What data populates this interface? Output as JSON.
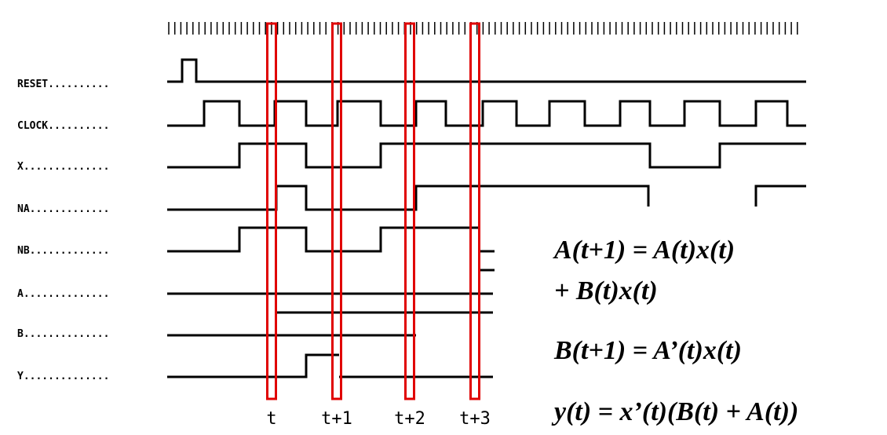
{
  "diagram": {
    "signals": [
      {
        "name": "RESET..........",
        "wave": "reset"
      },
      {
        "name": "CLOCK..........",
        "wave": "clock"
      },
      {
        "name": "X..............",
        "wave": "x"
      },
      {
        "name": "NA.............",
        "wave": "na"
      },
      {
        "name": "NB.............",
        "wave": "nb"
      },
      {
        "name": "A..............",
        "wave": "a"
      },
      {
        "name": "B..............",
        "wave": "b"
      },
      {
        "name": "Y..............",
        "wave": "y"
      }
    ],
    "time_markers": [
      "t",
      "t+1",
      "t+2",
      "t+3"
    ],
    "marker_color": "#e00000"
  },
  "equations": {
    "eq1_line1": "A(t+1) = A(t)x(t)",
    "eq1_line2": "+ B(t)x(t)",
    "eq2": "B(t+1) = A’(t)x(t)",
    "eq3": "y(t) = x’(t)(B(t) + A(t))"
  }
}
